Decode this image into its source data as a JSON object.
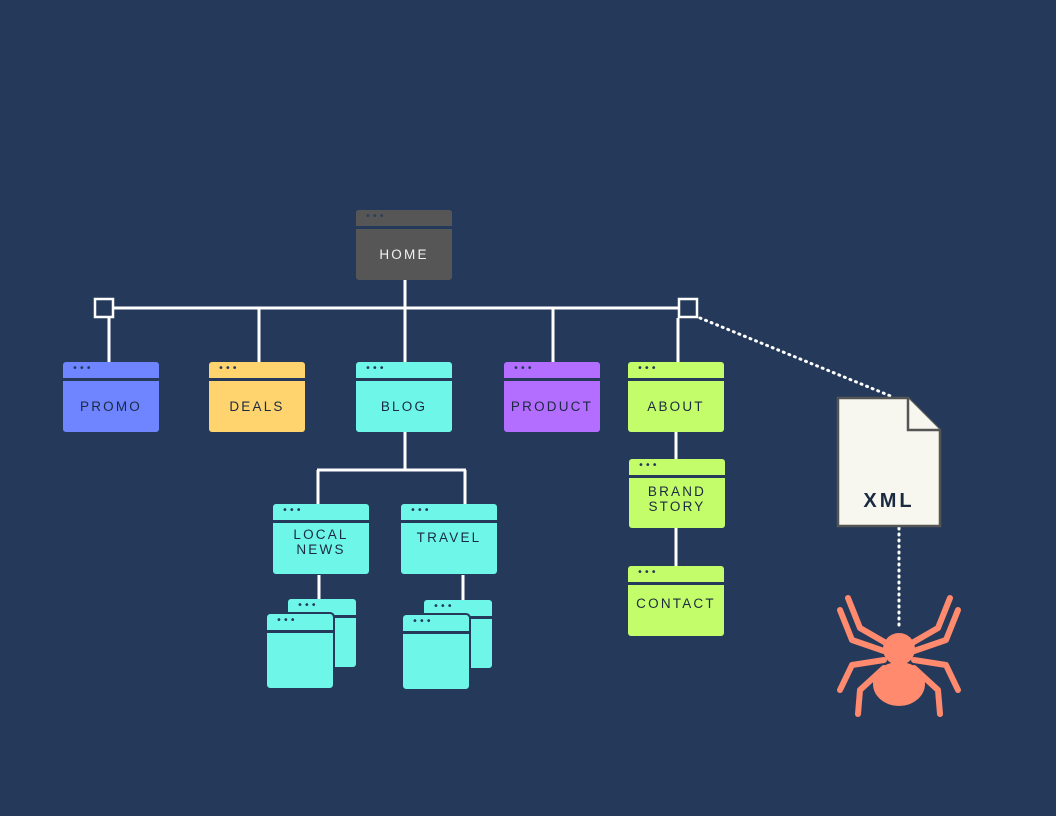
{
  "colors": {
    "background": "#253a5a",
    "home": "#565656",
    "promo": "#6f84ff",
    "deals": "#ffd46e",
    "blog": "#6ef7e8",
    "product": "#b36dff",
    "about": "#c4fd6a",
    "spider": "#ff8a6e",
    "xml_doc": "#f7f7ef",
    "lines": "#ffffff"
  },
  "pages": {
    "home": "HOME",
    "promo": "PROMO",
    "deals": "DEALS",
    "blog": "BLOG",
    "product": "PRODUCT",
    "about": "ABOUT",
    "local_news": "LOCAL\nNEWS",
    "travel": "TRAVEL",
    "brand_story": "BRAND\nSTORY",
    "contact": "CONTACT"
  },
  "window_dots": "•••",
  "xml": {
    "label": "XML",
    "icon": "xml-document-icon"
  },
  "spider": {
    "icon": "spider-icon"
  }
}
